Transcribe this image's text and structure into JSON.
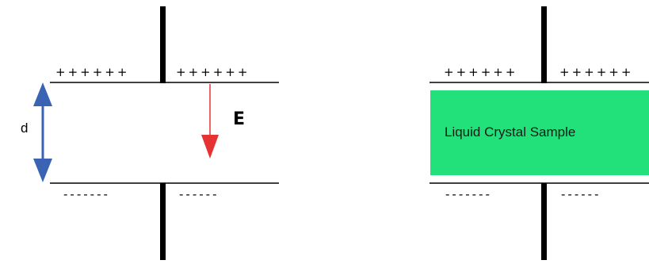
{
  "left_capacitor": {
    "top_plate_charges_left": "++++++",
    "top_plate_charges_right": "++++++",
    "bottom_plate_charges_left": "-------",
    "bottom_plate_charges_right": "------",
    "separation_label": "d",
    "field_label": "E"
  },
  "right_capacitor": {
    "top_plate_charges_left": "++++++",
    "top_plate_charges_right": "++++++",
    "bottom_plate_charges_left": "-------",
    "bottom_plate_charges_right": "------",
    "sample_label": "Liquid Crystal Sample"
  },
  "colors": {
    "plate": "#000000",
    "field_arrow": "#e53333",
    "separation_arrow": "#3a64b3",
    "sample_fill": "#22e07a"
  }
}
